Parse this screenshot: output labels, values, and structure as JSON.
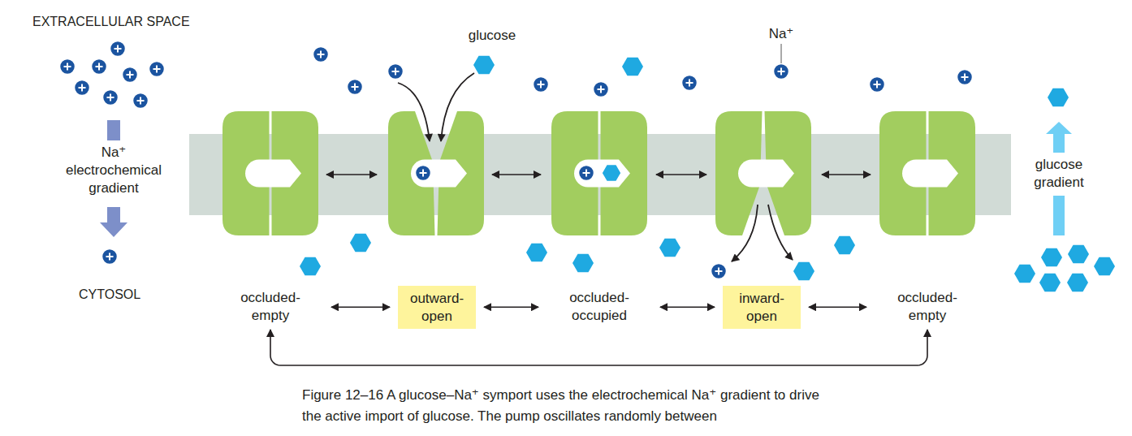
{
  "diagram": {
    "caption": "Figure 12–16 A glucose–Na⁺ symport uses the electrochemical Na⁺ gradient to drive the active import of glucose. The pump oscillates randomly between",
    "nodes": [
      {
        "text": [
          "occluded- empty"
        ]
      },
      {
        "text": [
          "outward- open"
        ]
      },
      {
        "text": [
          "occluded- occupied"
        ]
      },
      {
        "text": [
          "inward- open"
        ]
      },
      {
        "text": [
          "occluded- empty"
        ]
      }
    ],
    "edges": [
      {
        "from": 0,
        "to": 1,
        "arrow": "both"
      },
      {
        "from": 1,
        "to": 2,
        "arrow": "both"
      },
      {
        "from": 2,
        "to": 3,
        "arrow": "both"
      },
      {
        "from": 3,
        "to": 4,
        "arrow": "both"
      },
      {
        "from": 0,
        "to": 4,
        "arrow": "both"
      }
    ],
    "labels": [
      "EXTRACELLULAR SPACE",
      "glucose",
      "Na⁺",
      "Na⁺ electrochemical gradient",
      "glucose gradient",
      "CYTOSOL"
    ]
  }
}
